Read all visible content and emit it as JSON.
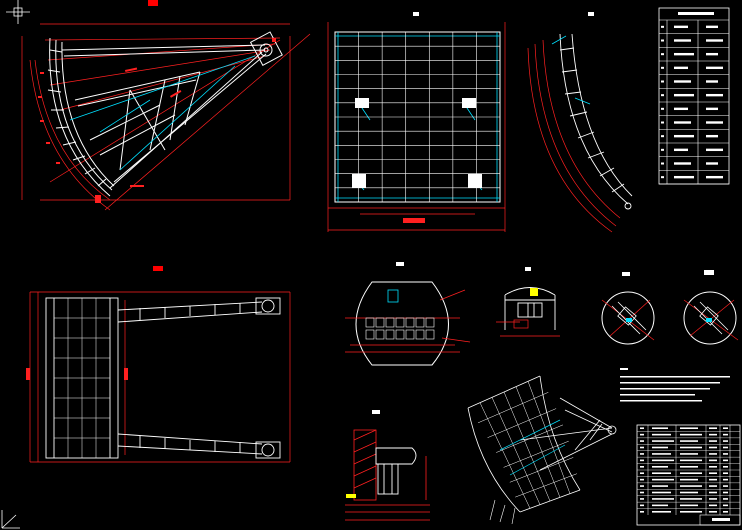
{
  "drawing": {
    "background": "#000000",
    "colors": {
      "steel": "#ffffff",
      "dimension": "#ff2020",
      "member": "#00e0ff",
      "accent": "#ffff00",
      "title_block": "#ff0000"
    },
    "title_blocks": [
      "",
      ""
    ],
    "views": [
      {
        "id": "side-elevation"
      },
      {
        "id": "front-elevation"
      },
      {
        "id": "panel-section"
      },
      {
        "id": "plan-view"
      },
      {
        "id": "hinge-detail"
      },
      {
        "id": "support-detail"
      },
      {
        "id": "joint-detail-a"
      },
      {
        "id": "joint-detail-b"
      },
      {
        "id": "seal-detail"
      },
      {
        "id": "isometric-view"
      }
    ],
    "tables": [
      {
        "id": "material-schedule",
        "rows": 12
      },
      {
        "id": "parts-list",
        "rows": 14
      }
    ]
  }
}
